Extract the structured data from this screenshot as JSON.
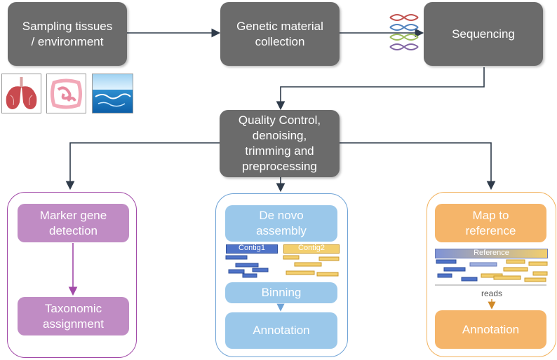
{
  "steps": {
    "sampling": "Sampling tissues\n/ environment",
    "genetic": "Genetic material\ncollection",
    "sequencing": "Sequencing",
    "qc": "Quality Control,\ndenoising,\ntrimming and\npreprocessing"
  },
  "left_panel": {
    "box1": "Marker gene\ndetection",
    "box2": "Taxonomic\nassignment",
    "color": "#c08cc4",
    "border": "#a24aa8"
  },
  "middle_panel": {
    "box1": "De novo\nassembly",
    "contig1": "Contig1",
    "contig2": "Contig2",
    "box2": "Binning",
    "box3": "Annotation",
    "color": "#9bc8ea",
    "border": "#6fa3d6"
  },
  "right_panel": {
    "box1": "Map to\nreference",
    "reference": "Reference",
    "reads": "reads",
    "box2": "Annotation",
    "color": "#f5b56a",
    "border": "#f2b25d"
  },
  "colors": {
    "gray_box": "#6b6b6b",
    "arrow": "#2f3b4a",
    "blue_read": "#4f73c8",
    "yellow_read": "#f3cf6e"
  },
  "icons": [
    "lungs-icon",
    "intestine-icon",
    "ocean-icon",
    "dna-icon"
  ]
}
